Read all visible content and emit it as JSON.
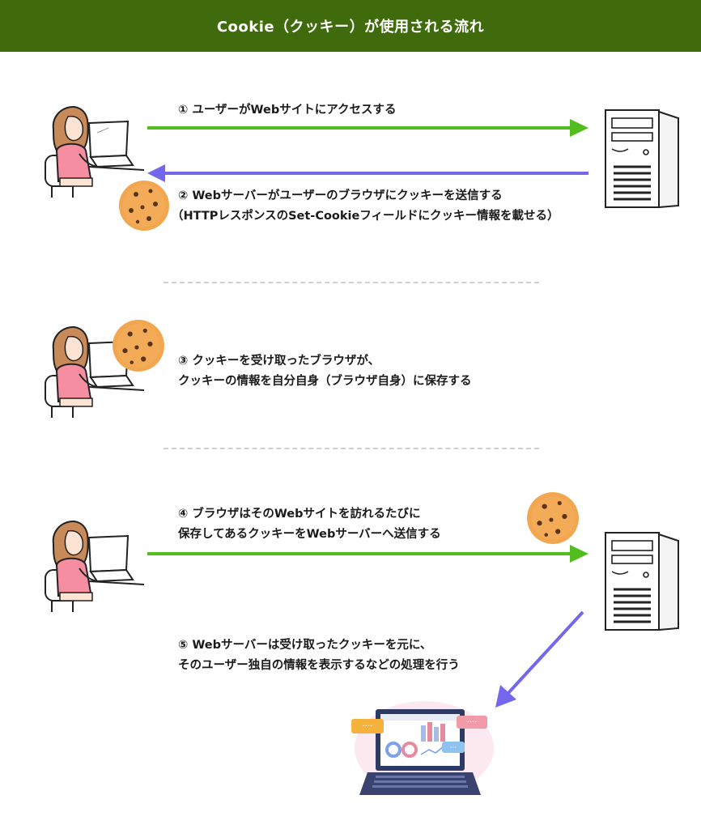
{
  "title": "Cookie（クッキー）が使用される流れ",
  "steps": {
    "s1": "① ユーザーがWebサイトにアクセスする",
    "s2a": "② Webサーバーがユーザーのブラウザにクッキーを送信する",
    "s2b": "（HTTPレスポンスのSet-Cookieフィールドにクッキー情報を載せる）",
    "s3a": "③ クッキーを受け取ったブラウザが、",
    "s3b": "クッキーの情報を自分自身（ブラウザ自身）に保存する",
    "s4a": "④ ブラウザはそのWebサイトを訪れるたびに",
    "s4b": "保存してあるクッキーをWebサーバーへ送信する",
    "s5a": "⑤ Webサーバーは受け取ったクッキーを元に、",
    "s5b": "そのユーザー独自の情報を表示するなどの処理を行う"
  },
  "colors": {
    "header_bg": "#3f6b0c",
    "request_arrow": "#52bd1e",
    "response_arrow": "#7467ec",
    "cookie": "#f2a650"
  }
}
